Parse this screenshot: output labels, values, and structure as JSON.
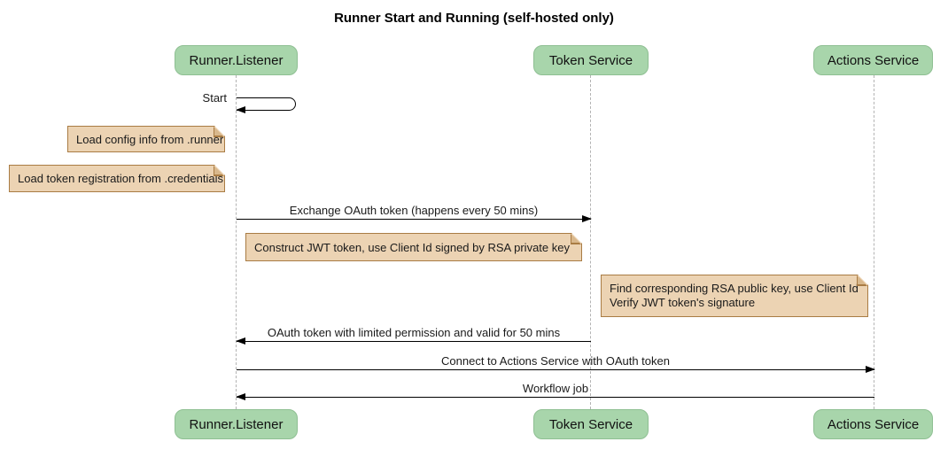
{
  "title": "Runner Start and Running (self-hosted only)",
  "participants": [
    {
      "label": "Runner.Listener"
    },
    {
      "label": "Token Service"
    },
    {
      "label": "Actions Service"
    }
  ],
  "messages": [
    {
      "label": "Start",
      "from": "Runner.Listener",
      "to": "Runner.Listener",
      "kind": "self"
    },
    {
      "label": "Exchange OAuth token (happens every 50 mins)",
      "from": "Runner.Listener",
      "to": "Token Service",
      "kind": "solid-arrow"
    },
    {
      "label": "OAuth token with limited permission and valid for 50 mins",
      "from": "Token Service",
      "to": "Runner.Listener",
      "kind": "solid-arrow"
    },
    {
      "label": "Connect to Actions Service with OAuth token",
      "from": "Runner.Listener",
      "to": "Actions Service",
      "kind": "solid-arrow"
    },
    {
      "label": "Workflow job",
      "from": "Actions Service",
      "to": "Runner.Listener",
      "kind": "solid-arrow"
    }
  ],
  "notes": [
    {
      "text": "Load config info from .runner"
    },
    {
      "text": "Load token registration from .credentials"
    },
    {
      "text": "Construct JWT token, use Client Id signed by RSA private key"
    },
    {
      "lines": [
        "Find corresponding RSA public key, use Client Id",
        "Verify JWT token's signature"
      ]
    }
  ],
  "colors": {
    "participant_fill": "#a8d5ab",
    "participant_border": "#8ebf92",
    "note_fill": "#ecd3b3",
    "note_border": "#a97c44",
    "note_fold": "#d9b88c",
    "lifeline": "#b3b3b3",
    "arrow": "#000000",
    "text": "#1a1a1a",
    "background": "#ffffff"
  }
}
